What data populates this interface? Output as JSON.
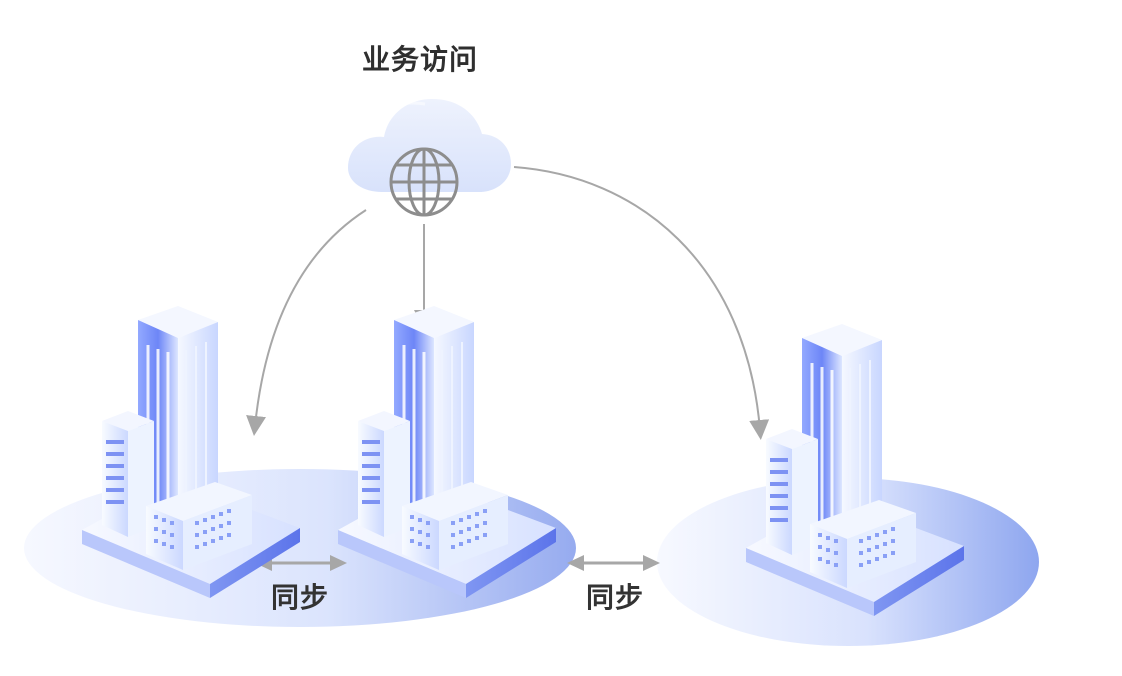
{
  "diagram": {
    "title": "业务访问",
    "sync_label_left": "同步",
    "sync_label_right": "同步",
    "colors": {
      "cloud_fill": "#dfe7fb",
      "cloud_light": "#f3f6fe",
      "globe_stroke": "#8d8d8d",
      "connector_gray": "#a7a7a7",
      "disk_left_start": "#f6f8ff",
      "disk_left_end": "#98acef",
      "disk_right_end": "#8ea6ef",
      "building_dark": "#5f79f3",
      "building_light": "#eaf0ff"
    },
    "icons": {
      "cloud": "cloud-icon",
      "globe": "globe-icon"
    }
  }
}
